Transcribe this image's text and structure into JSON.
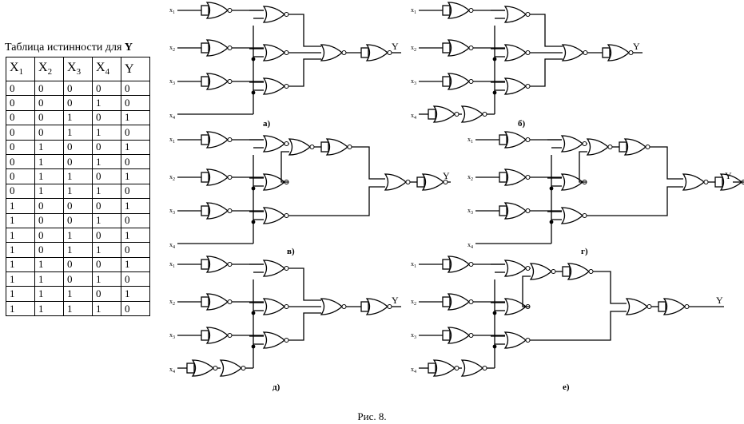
{
  "truth_table": {
    "title": "Таблица истинности для",
    "title_var": "Y",
    "columns": [
      {
        "base": "X",
        "sub": "1"
      },
      {
        "base": "X",
        "sub": "2"
      },
      {
        "base": "X",
        "sub": "3"
      },
      {
        "base": "X",
        "sub": "4"
      },
      {
        "base": "Y",
        "sub": ""
      }
    ],
    "rows": [
      [
        "0",
        "0",
        "0",
        "0",
        "0"
      ],
      [
        "0",
        "0",
        "0",
        "1",
        "0"
      ],
      [
        "0",
        "0",
        "1",
        "0",
        "1"
      ],
      [
        "0",
        "0",
        "1",
        "1",
        "0"
      ],
      [
        "0",
        "1",
        "0",
        "0",
        "1"
      ],
      [
        "0",
        "1",
        "0",
        "1",
        "0"
      ],
      [
        "0",
        "1",
        "1",
        "0",
        "1"
      ],
      [
        "0",
        "1",
        "1",
        "1",
        "0"
      ],
      [
        "1",
        "0",
        "0",
        "0",
        "1"
      ],
      [
        "1",
        "0",
        "0",
        "1",
        "0"
      ],
      [
        "1",
        "0",
        "1",
        "0",
        "1"
      ],
      [
        "1",
        "0",
        "1",
        "1",
        "0"
      ],
      [
        "1",
        "1",
        "0",
        "0",
        "1"
      ],
      [
        "1",
        "1",
        "0",
        "1",
        "0"
      ],
      [
        "1",
        "1",
        "1",
        "0",
        "1"
      ],
      [
        "1",
        "1",
        "1",
        "1",
        "0"
      ]
    ]
  },
  "inputs": {
    "base": "x",
    "subs": [
      "1",
      "2",
      "3",
      "4"
    ]
  },
  "output_label": "Y",
  "schematics": [
    {
      "caption": "а)",
      "x4_mode": "wire",
      "structure": "nested"
    },
    {
      "caption": "б)",
      "x4_mode": "double",
      "structure": "nested"
    },
    {
      "caption": "в)",
      "x4_mode": "wire",
      "structure": "cascade"
    },
    {
      "caption": "г)",
      "x4_mode": "wire",
      "structure": "cascade"
    },
    {
      "caption": "д)",
      "x4_mode": "double",
      "structure": "nested"
    },
    {
      "caption": "е)",
      "x4_mode": "double",
      "structure": "cascade"
    }
  ],
  "figure_caption": "Рис. 8."
}
